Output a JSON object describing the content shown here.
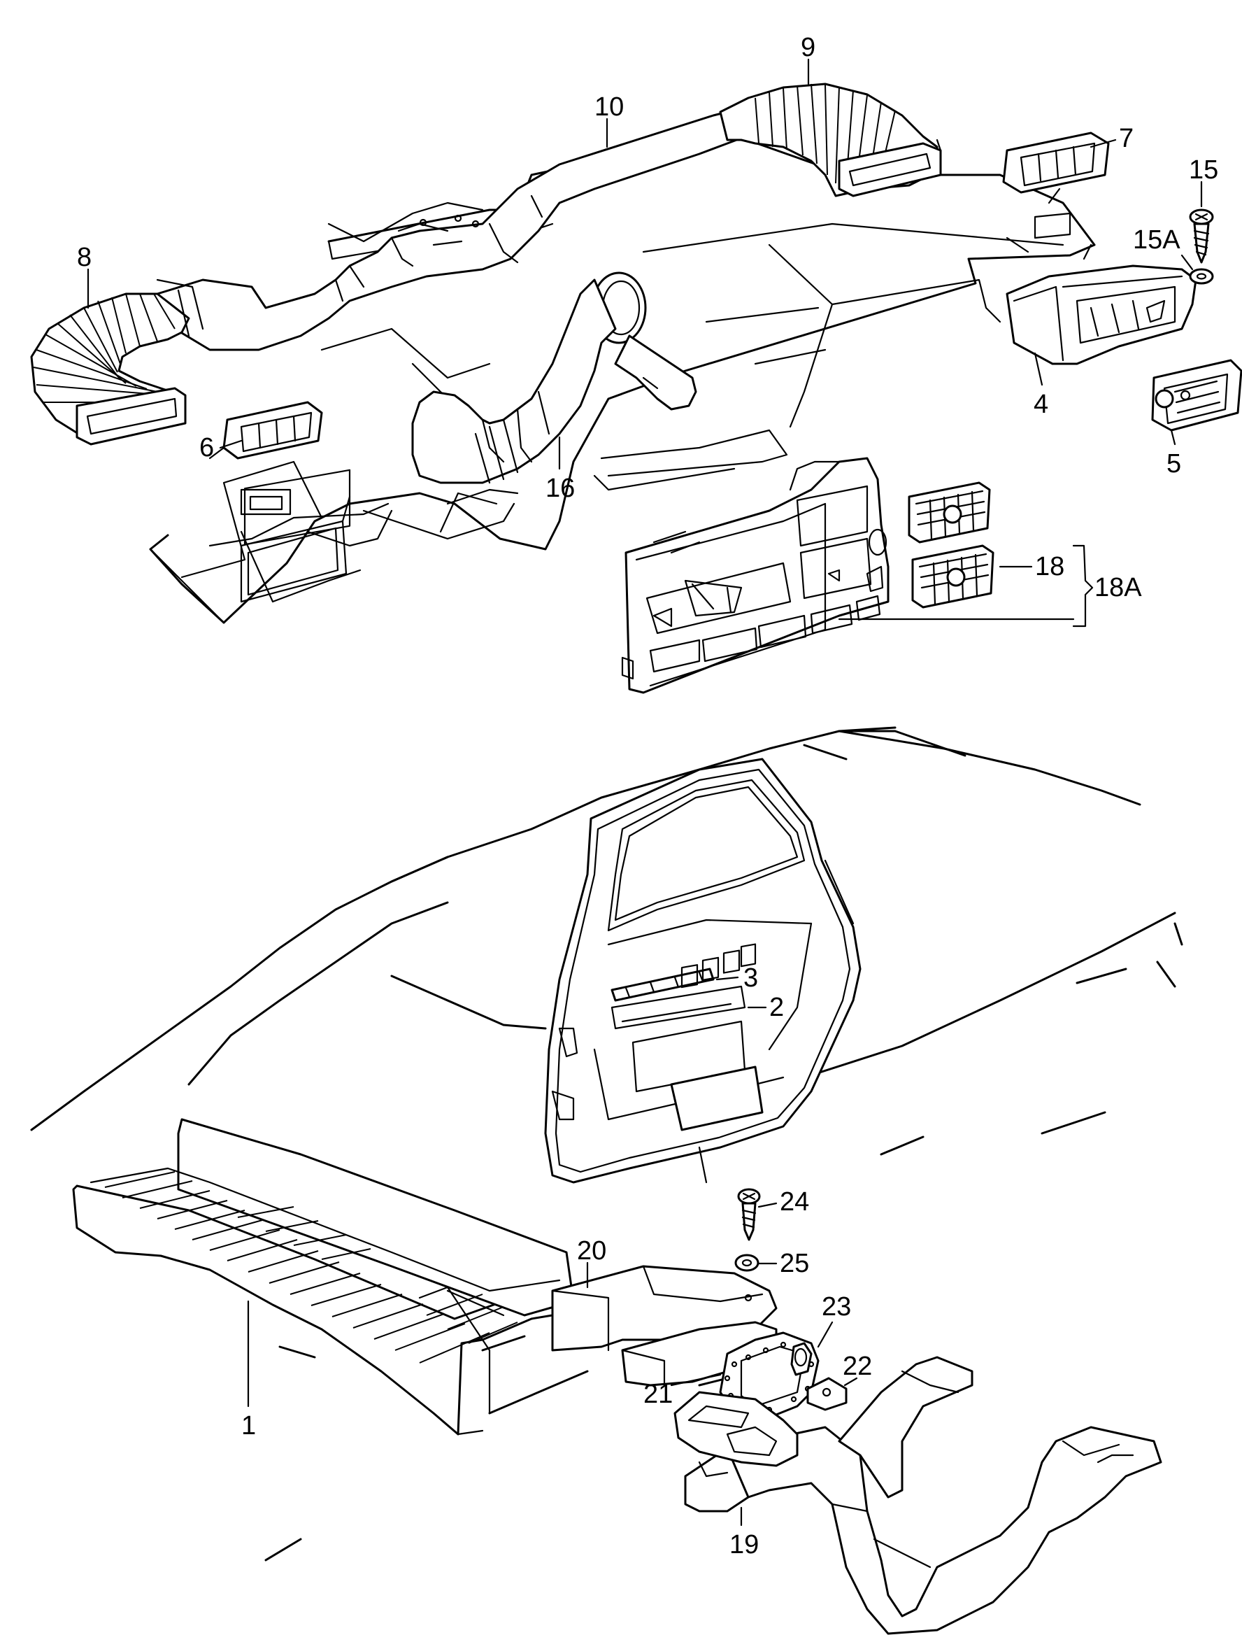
{
  "callouts": {
    "c1": "1",
    "c2": "2",
    "c3": "3",
    "c4": "4",
    "c5": "5",
    "c6": "6",
    "c7": "7",
    "c8": "8",
    "c9": "9",
    "c10": "10",
    "c15": "15",
    "c15a": "15A",
    "c16": "16",
    "c18": "18",
    "c18a": "18A",
    "c19": "19",
    "c20": "20",
    "c21": "21",
    "c22": "22",
    "c23": "23",
    "c24": "24",
    "c25": "25"
  }
}
